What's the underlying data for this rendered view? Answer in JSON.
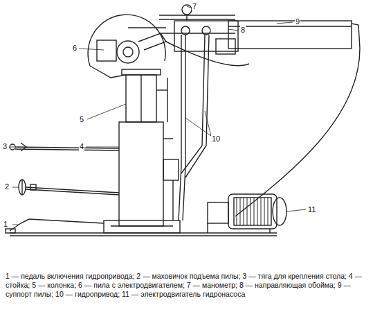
{
  "diagram": {
    "caption": "1 — педаль включения гидропривода; 2 — маховичок подъема пилы; 3 — тяга для крепления стола; 4 — стойка; 5 — колонка; 6 — пила с электродвигателем; 7 — манометр; 8 — направляющая обойма; 9 — суппорт пилы; 10 — гидропривод; 11 — электродвигатель гидронасоса",
    "labels": [
      "1",
      "2",
      "3",
      "4",
      "5",
      "6",
      "7",
      "8",
      "9",
      "10",
      "11"
    ]
  }
}
